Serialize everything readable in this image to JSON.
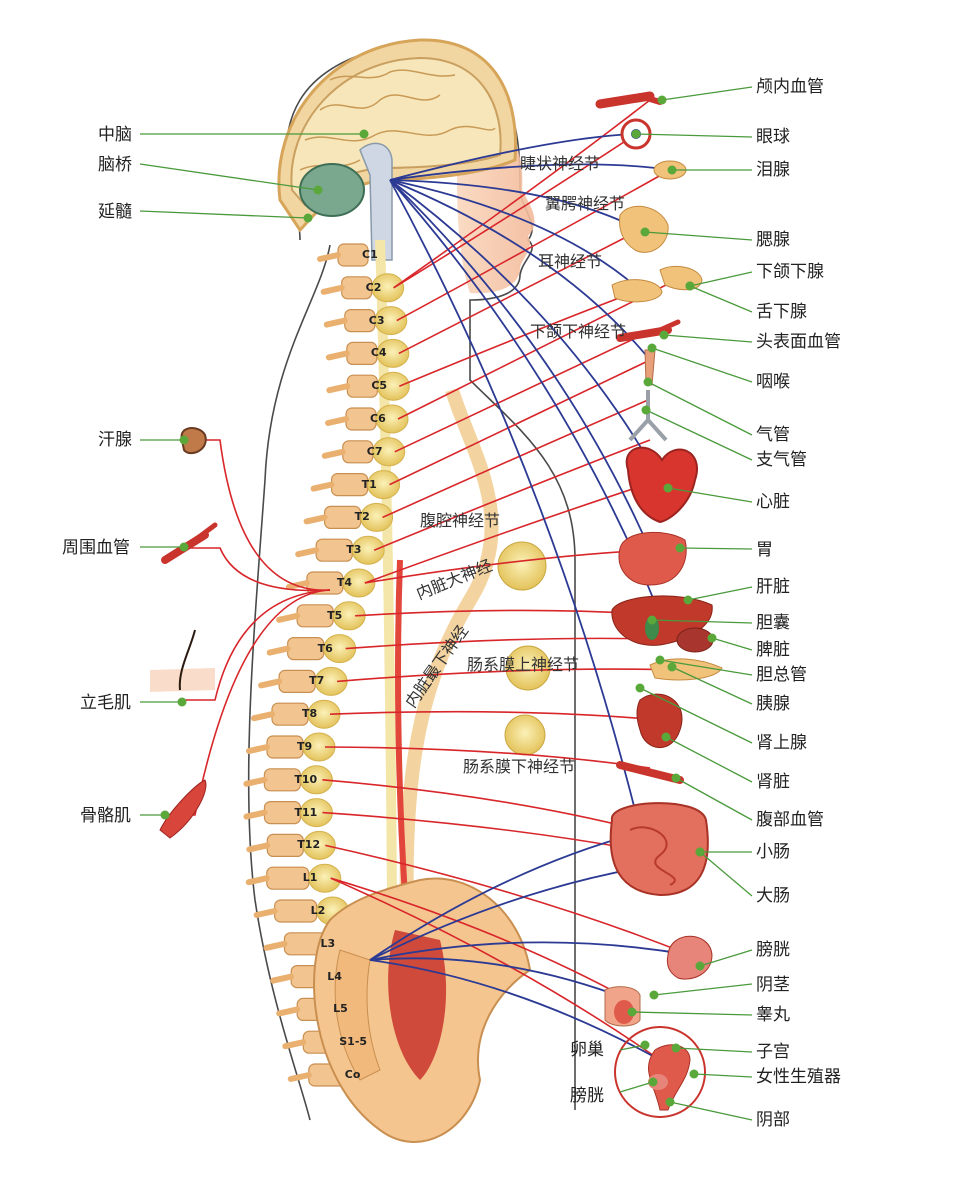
{
  "colors": {
    "sympathetic": "#d8262a",
    "parasympathetic": "#2c3a94",
    "leader": "#4a9a3c",
    "dot": "#5aa83a",
    "bone": "#f2c590",
    "ganglion": "#ecd57a",
    "organ": "#e2453a",
    "skin": "#f6c7a4"
  },
  "left_labels": {
    "midbrain": "中脑",
    "pons": "脑桥",
    "medulla": "延髓",
    "sweat_gland": "汗腺",
    "peripheral_vessel": "周围血管",
    "arrector_pili": "立毛肌",
    "skeletal_muscle": "骨骼肌"
  },
  "right_labels": {
    "intracranial_vessel": "颅内血管",
    "eyeball": "眼球",
    "lacrimal": "泪腺",
    "parotid": "腮腺",
    "submandibular": "下颌下腺",
    "sublingual": "舌下腺",
    "face_vessel": "头表面血管",
    "pharynx": "咽喉",
    "trachea": "气管",
    "bronchus": "支气管",
    "heart": "心脏",
    "stomach": "胃",
    "liver": "肝脏",
    "gallbladder": "胆囊",
    "spleen": "脾脏",
    "bile_duct": "胆总管",
    "pancreas": "胰腺",
    "adrenal": "肾上腺",
    "kidney": "肾脏",
    "abdominal_vessel": "腹部血管",
    "small_intestine": "小肠",
    "large_intestine": "大肠",
    "bladder": "膀胱",
    "penis": "阴茎",
    "testis": "睾丸",
    "ovary": "卵巢",
    "uterus": "子宫",
    "female_genitals": "女性生殖器",
    "bladder_female": "膀胱",
    "vulva": "阴部"
  },
  "inner_labels": {
    "ciliary_ganglion": "睫状神经节",
    "pterygopalatine_ganglion": "翼腭神经节",
    "otic_ganglion": "耳神经节",
    "submandibular_ganglion": "下颌下神经节",
    "celiac_ganglion": "腹腔神经节",
    "greater_splanchnic": "内脏大神经",
    "least_splanchnic": "内脏最下神经",
    "superior_mesenteric_ganglion": "肠系膜上神经节",
    "inferior_mesenteric_ganglion": "肠系膜下神经节"
  },
  "vertebra_labels": [
    "C1",
    "C2",
    "C3",
    "C4",
    "C5",
    "C6",
    "C7",
    "T1",
    "T2",
    "T3",
    "T4",
    "T5",
    "T6",
    "T7",
    "T8",
    "T9",
    "T10",
    "T11",
    "T12",
    "L1",
    "L2",
    "L3",
    "L4",
    "L5",
    "S1-5",
    "Co"
  ]
}
